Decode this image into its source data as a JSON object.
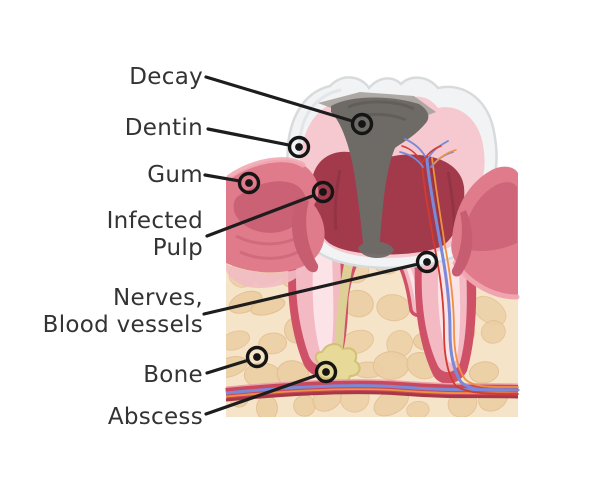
{
  "labels": {
    "decay": "Decay",
    "dentin": "Dentin",
    "gum": "Gum",
    "infected_pulp": "Infected\nPulp",
    "nerves": "Nerves,\nBlood vessels",
    "bone": "Bone",
    "abscess": "Abscess"
  },
  "colors": {
    "label_text": "#333333",
    "leader_line": "#1d1d1d",
    "marker": "#151515",
    "enamel": "#f1f3f4",
    "enamel_outline": "#d8dbdd",
    "dentin": "#f6c9d1",
    "dentin_soft": "#f3bac4",
    "canal_light": "#fbe3e7",
    "pulp": "#a23a4c",
    "pulp_dark": "#85303f",
    "decay_dark": "#6e6b67",
    "decay_light": "#a5a29d",
    "gum": "#e07b8c",
    "gum_dark": "#c75d70",
    "gum_light": "#f2a9b2",
    "mucosa": "#f1bcc3",
    "ligament": "#cf5168",
    "bone_bg": "#f6e4c9",
    "bone_blob": "#eccfa4",
    "bone_blob_edge": "#e3bf92",
    "vessel_red": "#c9485c",
    "vessel_dark": "#a63848",
    "vessel_blue": "#7b89d8",
    "vessel_orange": "#ef9141",
    "nerve_red": "#d23b30",
    "abscess": "#e7d998",
    "abscess_edge": "#d2c077",
    "canal_yellow": "#ddcf95"
  }
}
